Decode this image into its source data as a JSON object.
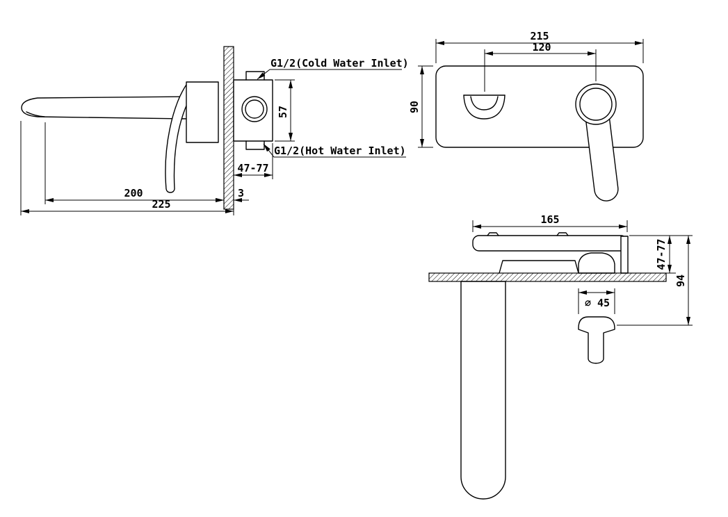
{
  "drawing": {
    "background": "#ffffff",
    "line_color": "#000000",
    "side_view": {
      "cold_inlet_label": "G1/2(Cold Water Inlet)",
      "hot_inlet_label": "G1/2(Hot Water Inlet)",
      "dim_valve_height": "57",
      "dim_mount_depth": "47-77",
      "dim_plate_thickness": "3",
      "dim_spout_reach": "200",
      "dim_total_reach": "225"
    },
    "front_view": {
      "dim_plate_width": "215",
      "dim_hole_centers": "120",
      "dim_plate_height": "90"
    },
    "top_view": {
      "dim_body_length": "165",
      "dim_mount_depth": "47-77",
      "dim_projection": "94",
      "dim_handle_diameter": "⌀ 45"
    }
  }
}
